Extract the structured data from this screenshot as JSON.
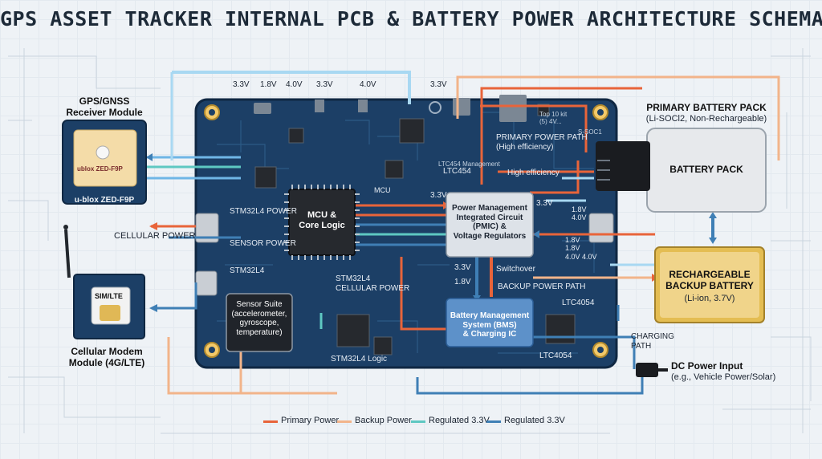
{
  "title": "GPS ASSET TRACKER INTERNAL PCB & BATTERY POWER ARCHITECTURE SCHEMATIC",
  "colors": {
    "primary_power": "#e8643a",
    "backup_power": "#f2b48a",
    "regulated_teal": "#5ec8c2",
    "regulated_blue": "#3f7fb5",
    "pcb": "#1c3f66",
    "chip": "#26292e"
  },
  "modules": {
    "gps": {
      "title": "GPS/GNSS\nReceiver Module",
      "chip_brand": "ublox ZED-F9P",
      "chip_side": "ublox",
      "model": "u-blox ZED-F9P"
    },
    "cellular": {
      "sim": "SIM/LTE",
      "title": "Cellular Modem\nModule (4G/LTE)"
    },
    "primary_battery": {
      "title": "PRIMARY BATTERY PACK",
      "subtitle": "(Li-SOCl2, Non-Rechargeable)",
      "label": "BATTERY PACK"
    },
    "backup_battery": {
      "label": "RECHARGEABLE\nBACKUP BATTERY",
      "sub": "(Li-ion, 3.7V)"
    },
    "dc_input": {
      "title": "DC Power Input",
      "sub": "(e.g., Vehicle Power/Solar)",
      "charging_path": "CHARGING\nPATH"
    }
  },
  "pcb": {
    "mcu": "MCU &\nCore Logic",
    "pmic": "Power Management\nIntegrated Circuit\n(PMIC) &\nVoltage Regulators",
    "bms": "Battery Management\nSystem (BMS)\n& Charging IC",
    "sensor": "Sensor Suite\n(accelerometer,\ngyroscope,\ntemperature)",
    "labels": {
      "stm_power": "STM32L4 POWER",
      "sensor_power": "SENSOR POWER",
      "stm": "STM32L4",
      "stm_cellular": "STM32L4\nCELLULAR POWER",
      "stm_logic": "STM32L4 Logic",
      "mcu_small": "MCU",
      "ltc454": "LTC454",
      "ltc454_top": "LTC454 Management",
      "primary_path": "PRIMARY POWER PATH\n(High efficiency)",
      "high_eff": "High efficiency",
      "switchover": "Switchover",
      "backup_path": "BACKUP POWER PATH",
      "ltc4054_a": "LTC4054",
      "ltc4054_b": "LTC4054",
      "v33_a": "3.3V",
      "v33_b": "3.3V",
      "v33_c": "3.3V",
      "v18_a": "1.8V",
      "v18_stack": "1.8V\n4.0V",
      "v18_stack2": "1.8V\n1.8V\n4.0V 4.0V",
      "spoc": "S-SOC1",
      "topr": "Top 10 kit\n(5) 4V..."
    },
    "top_voltages": [
      "3.3V",
      "1.8V",
      "4.0V",
      "3.3V",
      "4.0V",
      "3.3V"
    ],
    "cellular_power": "CELLULAR POWER"
  },
  "legend": [
    {
      "label": "Primary Power",
      "color": "#e8643a"
    },
    {
      "label": "Backup Power",
      "color": "#f2b48a"
    },
    {
      "label": "Regulated 3.3V",
      "color": "#5ec8c2"
    },
    {
      "label": "Regulated 3.3V",
      "color": "#3f7fb5"
    }
  ]
}
